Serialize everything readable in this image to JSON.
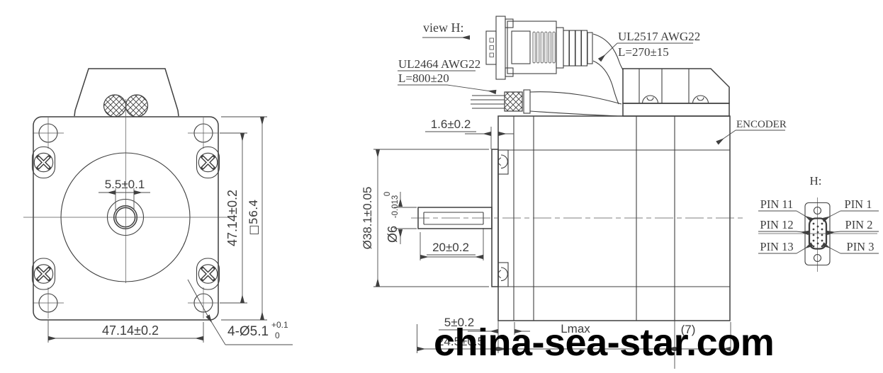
{
  "watermark": {
    "text": "china-sea-star.com"
  },
  "front_view": {
    "dim_shaft_flat": "5.5±0.1",
    "dim_hole_pitch_vertical": "47.14±0.2",
    "dim_frame_square": "□56.4",
    "dim_hole_pitch_horizontal": "47.14±0.2",
    "dim_mount_holes": "4-Ø5.1",
    "dim_mount_holes_tol_upper": "+0.1",
    "dim_mount_holes_tol_lower": "0"
  },
  "side_view": {
    "view_label": "view H:",
    "cable_motor": {
      "spec": "UL2464 AWG22",
      "length": "L=800±20"
    },
    "cable_encoder": {
      "spec": "UL2517 AWG22",
      "length": "L=270±15"
    },
    "encoder_label": "ENCODER",
    "dim_pilot_thickness": "1.6±0.2",
    "dim_pilot_diameter": "Ø38.1±0.05",
    "dim_shaft_diameter": "Ø6",
    "dim_shaft_diameter_tol_upper": "0",
    "dim_shaft_diameter_tol_lower": "-0.013",
    "dim_shaft_length": "20±0.2",
    "dim_plate_thickness": "5±0.2",
    "dim_front_assembly": "24.5±0.5",
    "dim_body_length": "Lmax",
    "dim_encoder_addon": "(7)"
  },
  "pin_detail": {
    "title": "H:",
    "left_pins": [
      "PIN 11",
      "PIN 12",
      "PIN 13"
    ],
    "right_pins": [
      "PIN 1",
      "PIN 2",
      "PIN 3"
    ]
  }
}
